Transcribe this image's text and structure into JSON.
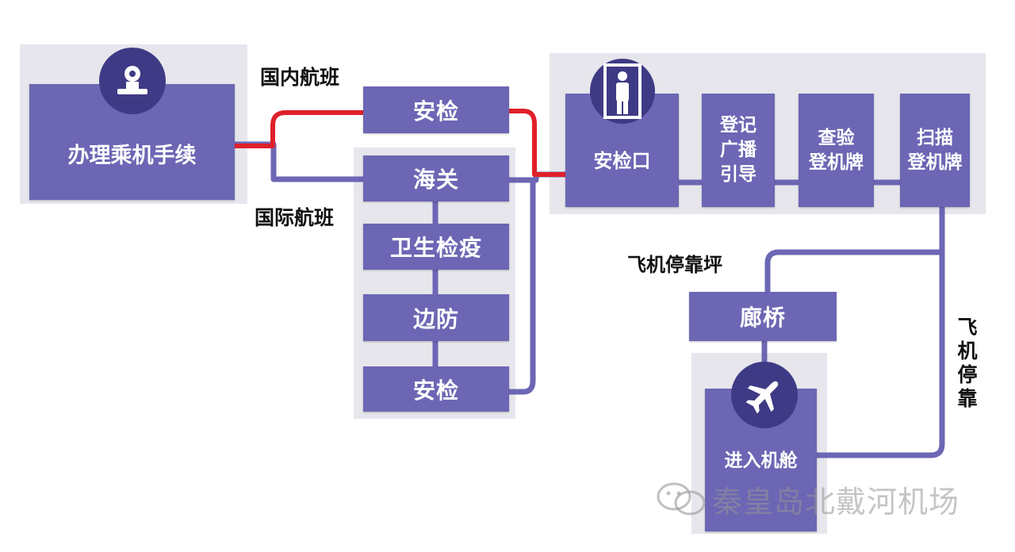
{
  "colors": {
    "box": "#6c66b4",
    "panel": "#e6e6ec",
    "domestic_route": "#e0202a",
    "international_route": "#6c66b4",
    "icon_circle": "#3e3a85"
  },
  "icons": [
    "person-checkin-icon",
    "security-door-icon",
    "airplane-icon",
    "wechat-icon"
  ],
  "nodes": {
    "checkin": "办理乘机手续",
    "security_dom": "安检",
    "customs": "海关",
    "quarantine": "卫生检疫",
    "border": "边防",
    "security_intl": "安检",
    "gate": "安检口",
    "broadcast": [
      "登记",
      "广播",
      "引导"
    ],
    "verify": [
      "查验",
      "登机牌"
    ],
    "scan": [
      "扫描",
      "登机牌"
    ],
    "bridge": "廊桥",
    "cabin": "进入机舱"
  },
  "labels": {
    "domestic": "国内航班",
    "international": "国际航班",
    "apron": "飞机停靠坪",
    "parked": "飞机停靠"
  },
  "watermark": "秦皇岛北戴河机场"
}
